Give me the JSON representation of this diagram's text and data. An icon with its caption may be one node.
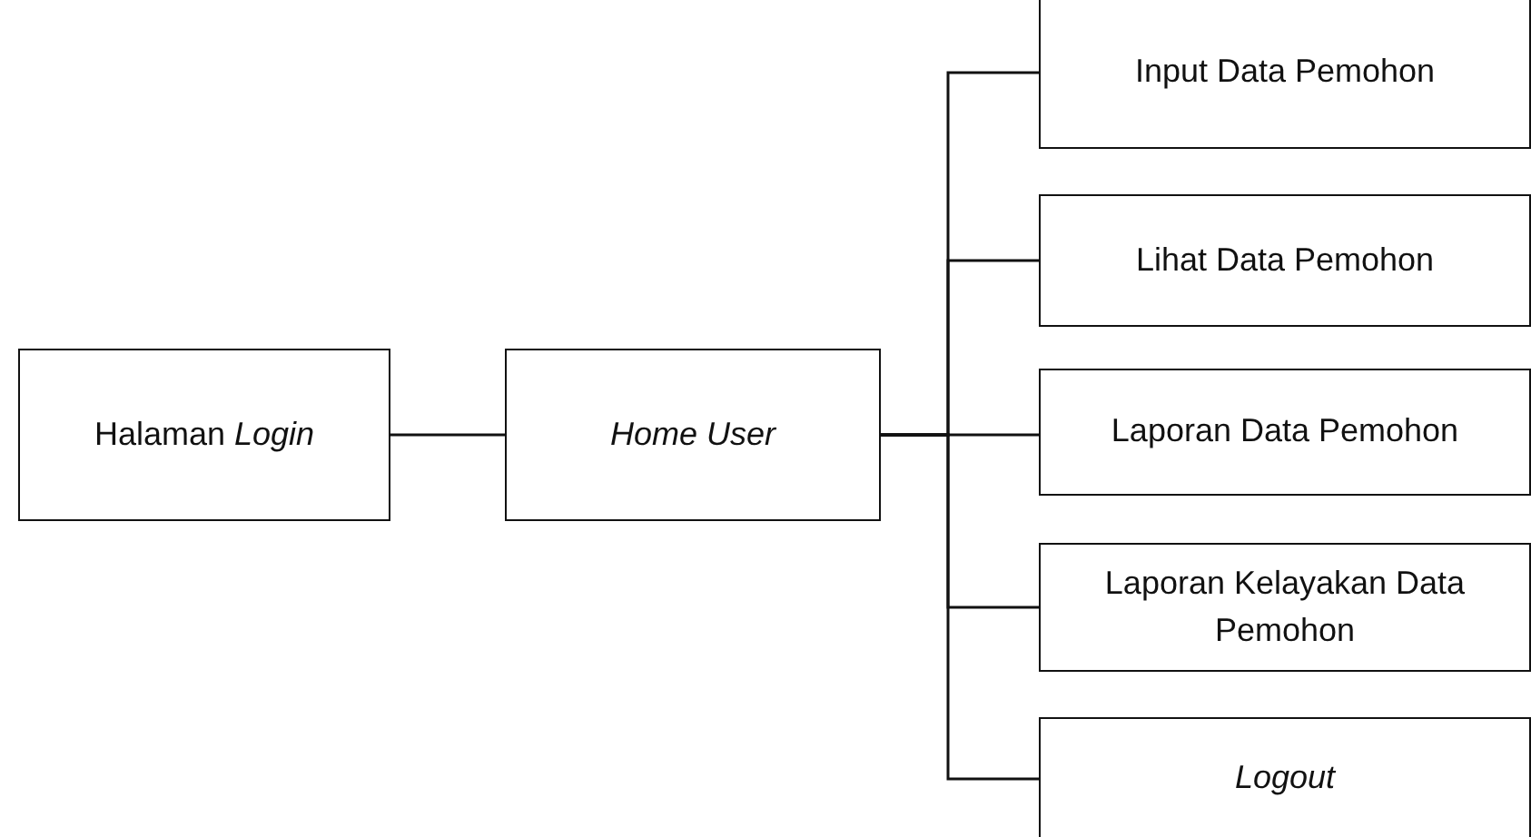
{
  "diagram": {
    "nodes": [
      {
        "text": [
          "Halaman *Login*"
        ]
      },
      {
        "text": [
          "Home User"
        ]
      },
      {
        "text": [
          "Input Data Pemohon"
        ]
      },
      {
        "text": [
          "Lihat Data Pemohon"
        ]
      },
      {
        "text": [
          "Laporan Data Pemohon"
        ]
      },
      {
        "text": [
          "Laporan Kelayakan Data Pemohon"
        ]
      },
      {
        "text": [
          "Logout"
        ]
      }
    ],
    "edges": [
      {
        "from": 0,
        "to": 1,
        "arrow": "none"
      },
      {
        "from": 1,
        "to": 2,
        "arrow": "none"
      },
      {
        "from": 1,
        "to": 3,
        "arrow": "none"
      },
      {
        "from": 1,
        "to": 4,
        "arrow": "none"
      },
      {
        "from": 1,
        "to": 5,
        "arrow": "none"
      },
      {
        "from": 1,
        "to": 6,
        "arrow": "none"
      }
    ]
  }
}
